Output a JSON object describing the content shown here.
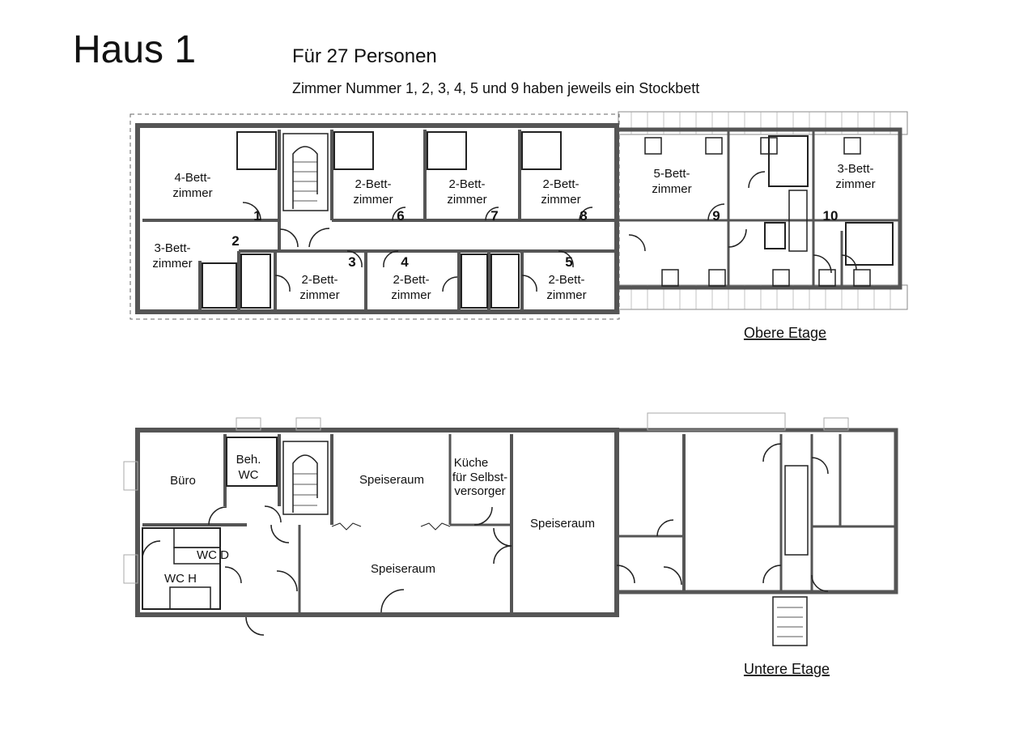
{
  "header": {
    "title": "Haus 1",
    "subtitle": "Für 27 Personen",
    "note": "Zimmer Nummer 1, 2, 3, 4, 5 und 9 haben jeweils ein Stockbett"
  },
  "upper_floor": {
    "caption": "Obere Etage",
    "rooms": {
      "r4bett_a": "4-Bett-",
      "r4bett_b": "zimmer",
      "r3bett_left_a": "3-Bett-",
      "r3bett_left_b": "zimmer",
      "r2bett_6_a": "2-Bett-",
      "r2bett_6_b": "zimmer",
      "r2bett_7_a": "2-Bett-",
      "r2bett_7_b": "zimmer",
      "r2bett_8_a": "2-Bett-",
      "r2bett_8_b": "zimmer",
      "r2bett_3_a": "2-Bett-",
      "r2bett_3_b": "zimmer",
      "r2bett_4_a": "2-Bett-",
      "r2bett_4_b": "zimmer",
      "r2bett_5_a": "2-Bett-",
      "r2bett_5_b": "zimmer",
      "r5bett_a": "5-Bett-",
      "r5bett_b": "zimmer",
      "r3bett_right_a": "3-Bett-",
      "r3bett_right_b": "zimmer"
    },
    "numbers": [
      "1",
      "2",
      "3",
      "4",
      "5",
      "6",
      "7",
      "8",
      "9",
      "10"
    ]
  },
  "lower_floor": {
    "caption": "Untere Etage",
    "rooms": {
      "buero": "Büro",
      "beh_wc_a": "Beh.",
      "beh_wc_b": "WC",
      "wc_d": "WC D",
      "wc_h": "WC H",
      "speiseraum_top": "Speiseraum",
      "kueche_a": "Küche",
      "kueche_b": "für Selbst-",
      "kueche_c": "versorger",
      "speiseraum_right": "Speiseraum",
      "speiseraum_main": "Speiseraum"
    }
  }
}
